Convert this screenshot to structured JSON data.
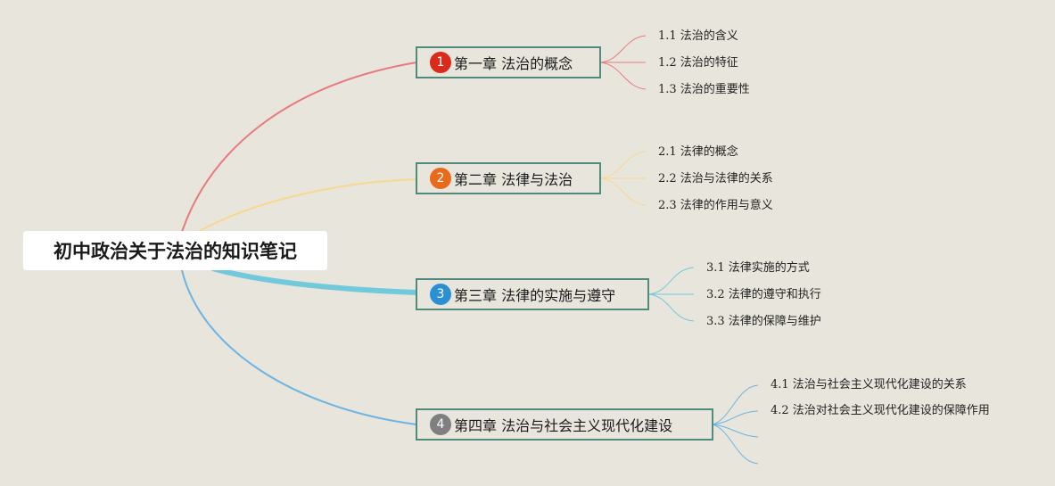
{
  "root": {
    "title": "初中政治关于法治的知识笔记"
  },
  "chapters": [
    {
      "number": "1",
      "title": "第一章 法治的概念",
      "badge_color": "#d92a1c",
      "line_color": "#e87a7f",
      "subtopics": [
        "1.1 法治的含义",
        "1.2 法治的特征",
        "1.3 法治的重要性"
      ]
    },
    {
      "number": "2",
      "title": "第二章 法律与法治",
      "badge_color": "#ea6a1c",
      "line_color": "#f7d88f",
      "subtopics": [
        "2.1 法律的概念",
        "2.2 法治与法律的关系",
        "2.3 法律的作用与意义"
      ]
    },
    {
      "number": "3",
      "title": "第三章 法律的实施与遵守",
      "badge_color": "#2b8fd3",
      "line_color": "#72c9dc",
      "subtopics": [
        "3.1 法律实施的方式",
        "3.2 法律的遵守和执行",
        "3.3 法律的保障与维护"
      ]
    },
    {
      "number": "4",
      "title": "第四章 法治与社会主义现代化建设",
      "badge_color": "#7f7f7f",
      "line_color": "#6db4e2",
      "subtopics": [
        "4.1 法治与社会主义现代化建设的关系",
        "4.2 法治对社会主义现代化建设的保障作用",
        "",
        ""
      ]
    }
  ]
}
